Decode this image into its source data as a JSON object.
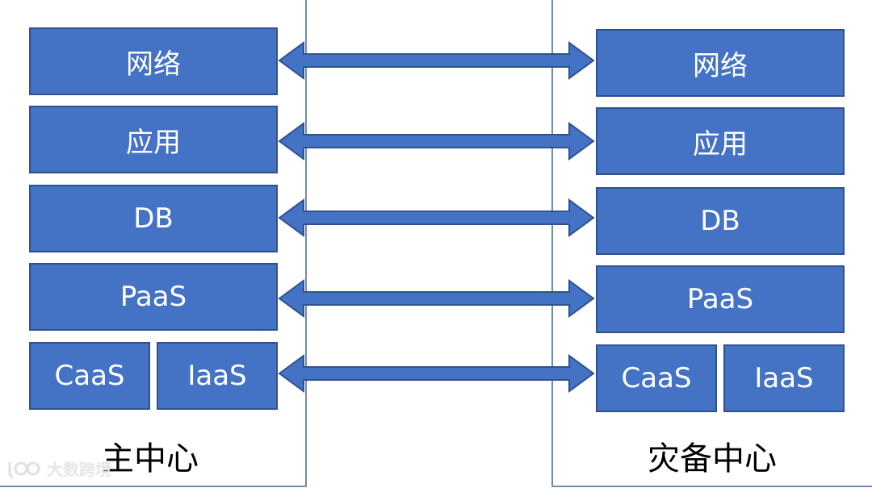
{
  "primary_center": {
    "label": "主中心",
    "layers": {
      "network": "网络",
      "application": "应用",
      "db": "DB",
      "paas": "PaaS",
      "caas": "CaaS",
      "iaas": "IaaS"
    }
  },
  "dr_center": {
    "label": "灾备中心",
    "layers": {
      "network": "网络",
      "application": "应用",
      "db": "DB",
      "paas": "PaaS",
      "caas": "CaaS",
      "iaas": "IaaS"
    }
  },
  "arrows": [
    "network-sync",
    "application-sync",
    "db-sync",
    "paas-sync",
    "caas-iaas-sync"
  ],
  "watermark": {
    "text": "大数跨境",
    "icon": "logo-icon"
  },
  "colors": {
    "layer_fill": "#4472c4",
    "layer_border": "#2f528f",
    "arrow_fill": "#4472c4",
    "frame": "#6f8bb0"
  }
}
